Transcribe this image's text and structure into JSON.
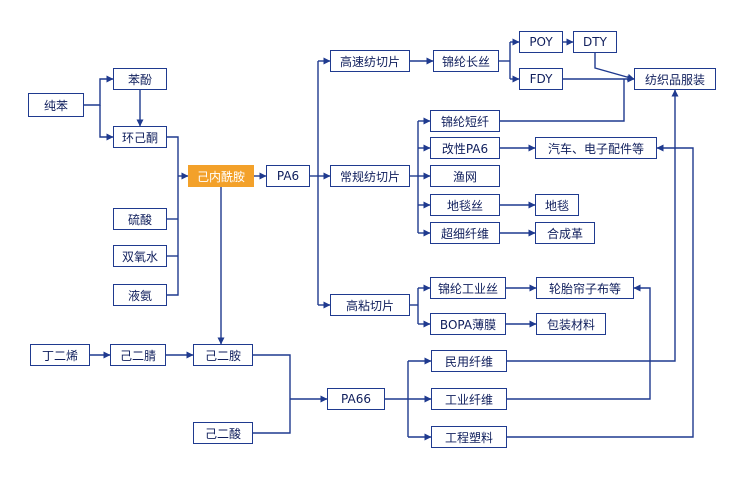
{
  "colors": {
    "line": "#1f3a8f",
    "text": "#0f1e5c",
    "highlight": "#f3a12a",
    "background": "#ffffff"
  },
  "nodes": {
    "chunben": "纯苯",
    "benfen": "苯酚",
    "huanjitong": "环己酮",
    "liusuan": "硫酸",
    "shuangyangshui": "双氧水",
    "yean": "液氨",
    "jineixianan": "己内酰胺",
    "pa6": "PA6",
    "gaosu": "高速纺切片",
    "changgui": "常规纺切片",
    "gaonian": "高粘切片",
    "jinlunchangsi": "锦纶长丝",
    "poy": "POY",
    "dty": "DTY",
    "fdy": "FDY",
    "fangzhi": "纺织品服装",
    "jinlunduanxian": "锦纶短纤",
    "gaixing": "改性PA6",
    "qiche": "汽车、电子配件等",
    "yuwang": "渔网",
    "ditansi": "地毯丝",
    "ditan": "地毯",
    "chaoxi": "超细纤维",
    "hechengge": "合成革",
    "gongyesi": "锦纶工业丝",
    "luntai": "轮胎帘子布等",
    "bopa": "BOPA薄膜",
    "baozhuang": "包装材料",
    "dingerxi": "丁二烯",
    "jierjing": "己二腈",
    "jieran": "己二胺",
    "jiersuan": "己二酸",
    "pa66": "PA66",
    "minyong": "民用纤维",
    "gongyexw": "工业纤维",
    "gongcheng": "工程塑料"
  }
}
